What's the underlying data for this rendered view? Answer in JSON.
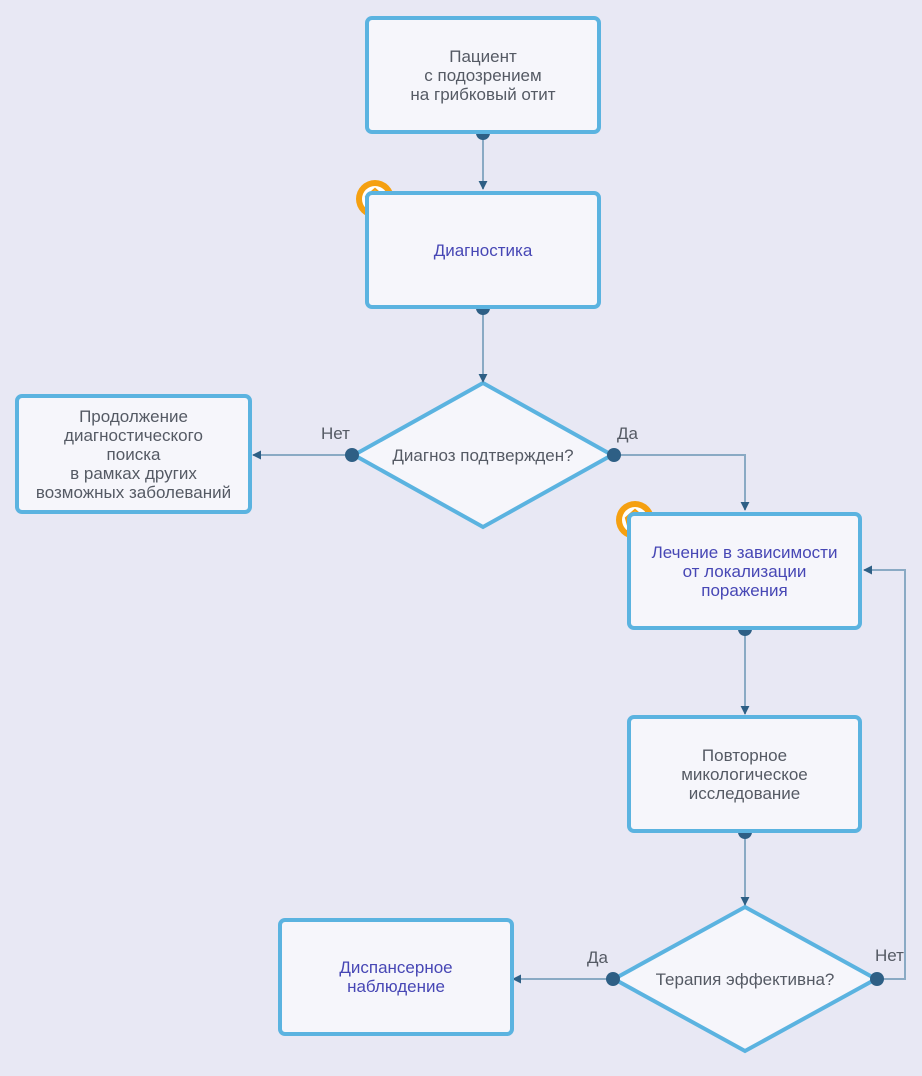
{
  "nodes": {
    "patient": "Пациент\nс подозрением\nна грибковый отит",
    "diagnostics": "Диагностика",
    "diagnosis_decision": "Диагноз подтвержден?",
    "continue_search": "Продолжение\nдиагностического\nпоиска\nв рамках других\nвозможных заболеваний",
    "treatment": "Лечение в зависимости\nот локализации\nпоражения",
    "repeat_study": "Повторное\nмикологическое\nисследование",
    "therapy_decision": "Терапия эффективна?",
    "followup": "Диспансерное\nнаблюдение"
  },
  "edge_labels": {
    "diag_no": "Нет",
    "diag_yes": "Да",
    "therapy_yes": "Да",
    "therapy_no": "Нет"
  },
  "icons": {
    "diagnostics_badge": "doctor-icon",
    "treatment_badge": "doctor-icon"
  },
  "colors": {
    "box_border": "#5bb3e0",
    "connector": "#2e5f85",
    "link_text": "#4747b5",
    "badge": "#f5a011"
  }
}
